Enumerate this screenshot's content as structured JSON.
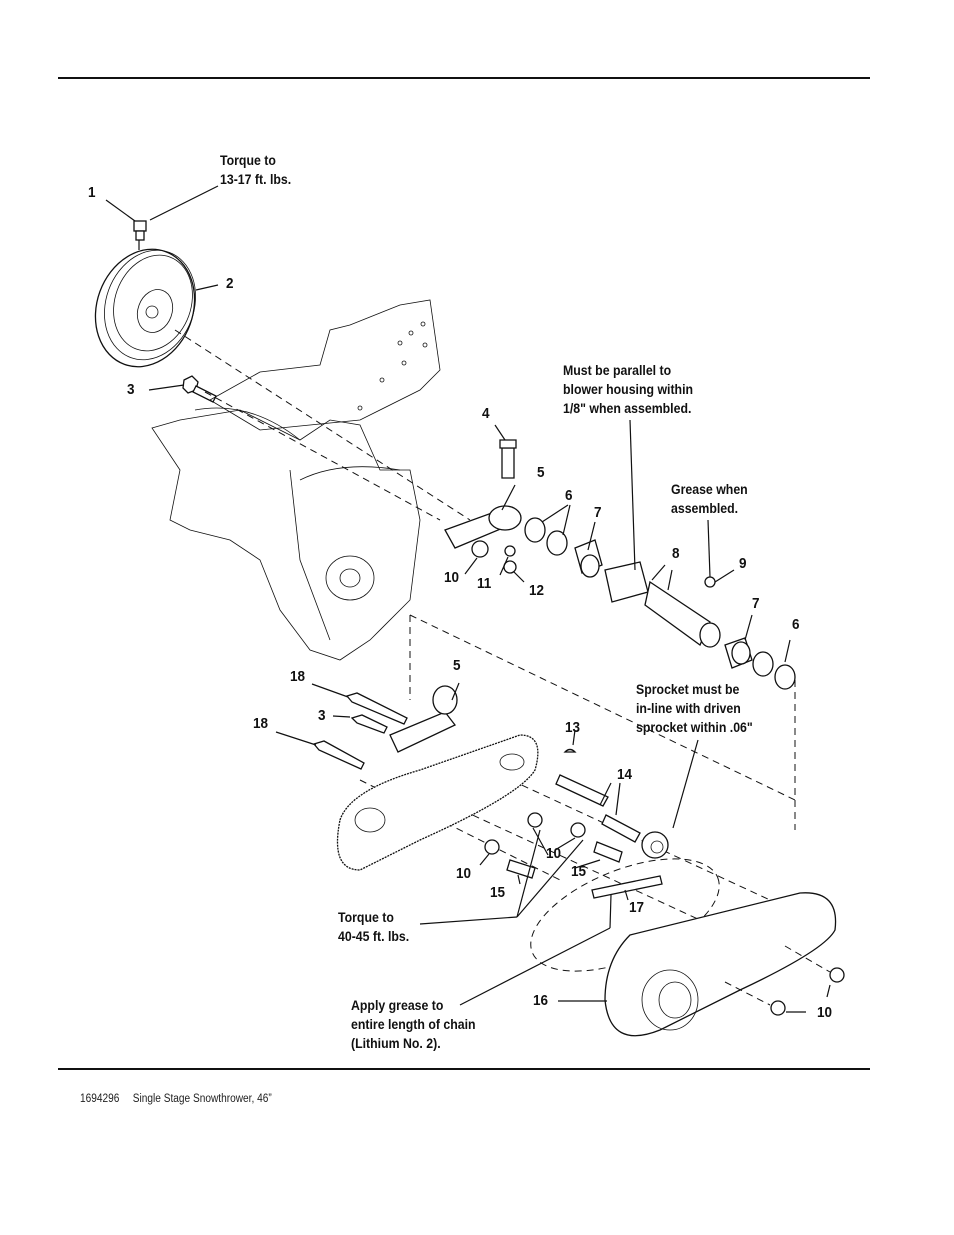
{
  "document": {
    "part_number": "1694296",
    "title": "Single Stage Snowthrower, 46”"
  },
  "diagram": {
    "type": "exploded-parts-view",
    "callouts": [
      {
        "id": "c1",
        "text": "1"
      },
      {
        "id": "c2",
        "text": "2"
      },
      {
        "id": "c3a",
        "text": "3"
      },
      {
        "id": "c3b",
        "text": "3"
      },
      {
        "id": "c4",
        "text": "4"
      },
      {
        "id": "c5a",
        "text": "5"
      },
      {
        "id": "c5b",
        "text": "5"
      },
      {
        "id": "c6a",
        "text": "6"
      },
      {
        "id": "c6b",
        "text": "6"
      },
      {
        "id": "c7a",
        "text": "7"
      },
      {
        "id": "c7b",
        "text": "7"
      },
      {
        "id": "c8",
        "text": "8"
      },
      {
        "id": "c9",
        "text": "9"
      },
      {
        "id": "c10a",
        "text": "10"
      },
      {
        "id": "c10b",
        "text": "10"
      },
      {
        "id": "c10c",
        "text": "10"
      },
      {
        "id": "c10d",
        "text": "10"
      },
      {
        "id": "c11",
        "text": "11"
      },
      {
        "id": "c12",
        "text": "12"
      },
      {
        "id": "c13",
        "text": "13"
      },
      {
        "id": "c14",
        "text": "14"
      },
      {
        "id": "c15a",
        "text": "15"
      },
      {
        "id": "c15b",
        "text": "15"
      },
      {
        "id": "c16",
        "text": "16"
      },
      {
        "id": "c17",
        "text": "17"
      },
      {
        "id": "c18a",
        "text": "18"
      },
      {
        "id": "c18b",
        "text": "18"
      }
    ],
    "notes": {
      "torque_pulley": [
        "Torque to",
        "13-17 ft. lbs."
      ],
      "parallel": [
        "Must be parallel to",
        "blower housing within",
        "1/8\" when assembled."
      ],
      "grease_assembled": [
        "Grease when",
        "assembled."
      ],
      "sprocket_inline": [
        "Sprocket must be",
        "in-line with driven",
        "sprocket within .06\""
      ],
      "torque_nuts": [
        "Torque to",
        "40-45 ft. lbs."
      ],
      "grease_chain": [
        "Apply grease to",
        "entire length of chain",
        "(Lithium No. 2)."
      ]
    }
  }
}
